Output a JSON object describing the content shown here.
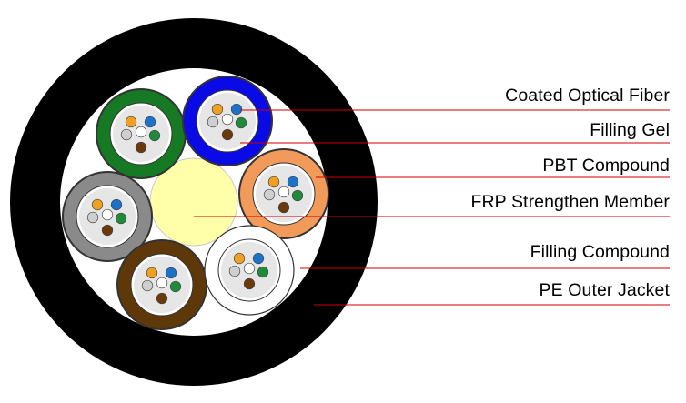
{
  "diagram": {
    "labels": {
      "coated_fiber": "Coated Optical Fiber",
      "filling_gel": "Filling Gel",
      "pbt": "PBT Compound",
      "frp": "FRP Strengthen Member",
      "filling_compound": "Filling Compound",
      "pe_jacket": "PE Outer Jacket"
    },
    "colors": {
      "jacket": "#000000",
      "filling_compound": "#ffffff",
      "frp": "#ffffaa",
      "gel": "#e6e6e6",
      "leader_line": "#cc0000",
      "tube_green": "#157a23",
      "tube_blue": "#0a0ae6",
      "tube_orange": "#f29a5a",
      "tube_gray": "#8a8a8a",
      "tube_brown": "#5e3808",
      "tube_natural": "#ffffff",
      "fiber_orange": "#f0a020",
      "fiber_blue": "#1a73c9",
      "fiber_green": "#1f8a3a",
      "fiber_brown": "#6b3a0c",
      "fiber_gray": "#cfcfcf",
      "fiber_white": "#ffffff"
    }
  }
}
